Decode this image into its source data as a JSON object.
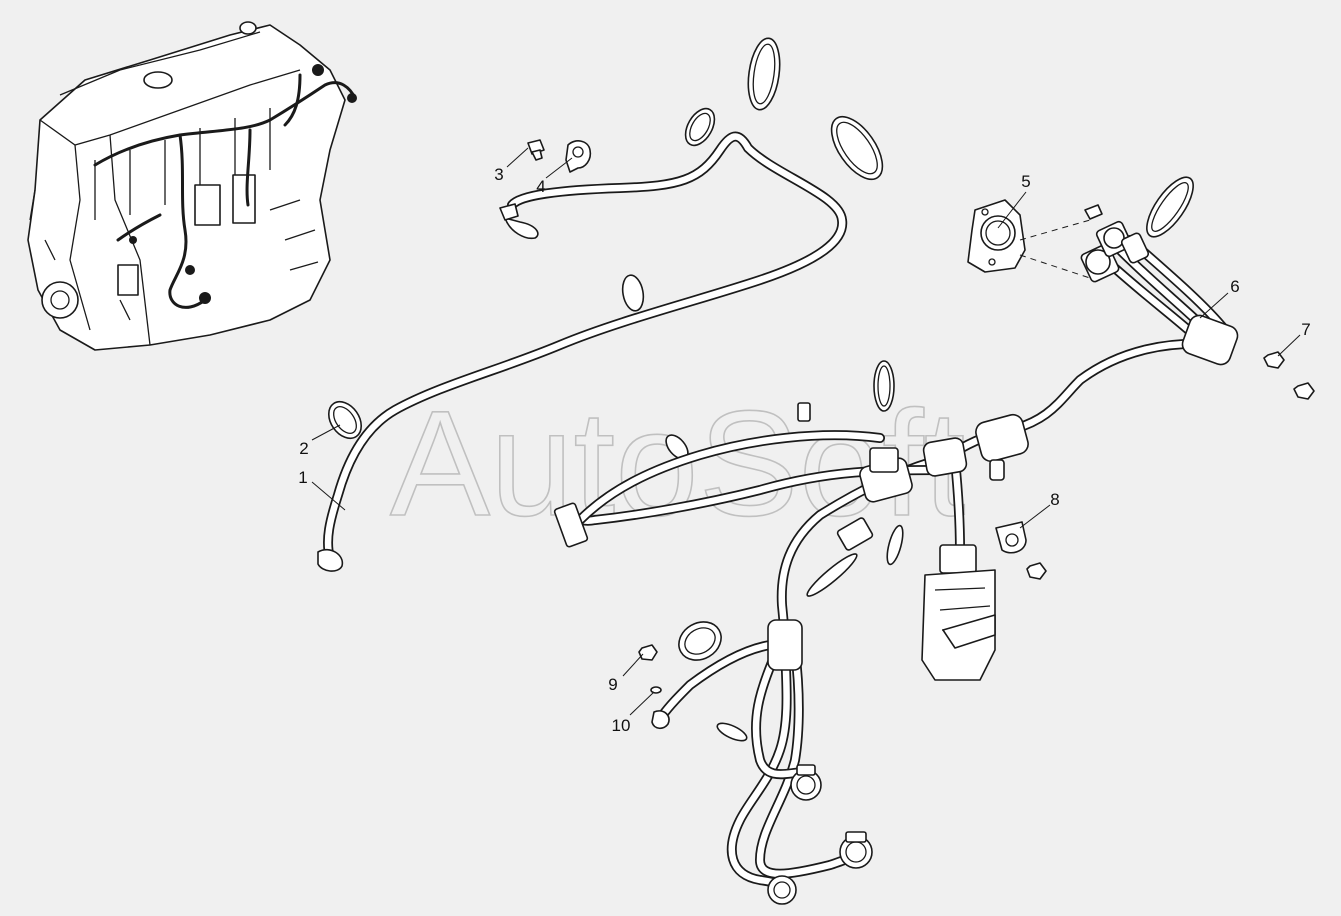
{
  "watermark": "AutoSoft",
  "callouts": [
    {
      "id": "callout-1",
      "label": "1"
    },
    {
      "id": "callout-2",
      "label": "2"
    },
    {
      "id": "callout-3",
      "label": "3"
    },
    {
      "id": "callout-4",
      "label": "4"
    },
    {
      "id": "callout-5",
      "label": "5"
    },
    {
      "id": "callout-6",
      "label": "6"
    },
    {
      "id": "callout-7",
      "label": "7"
    },
    {
      "id": "callout-8",
      "label": "8"
    },
    {
      "id": "callout-9",
      "label": "9"
    },
    {
      "id": "callout-10",
      "label": "10"
    }
  ]
}
